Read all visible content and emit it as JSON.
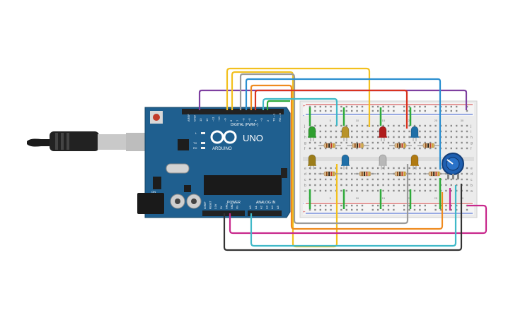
{
  "board": {
    "brand": "ARDUINO",
    "model": "UNO",
    "digital_label": "DIGITAL (PWM~)",
    "power_label": "POWER",
    "analog_label": "ANALOG IN",
    "on_label": "ON",
    "l_label": "L",
    "tx_label": "TX",
    "rx_label": "RX",
    "digital_pins": [
      "AREF",
      "GND",
      "13",
      "12",
      "~11",
      "~10",
      "~9",
      "8",
      "7",
      "~6",
      "~5",
      "4",
      "~3",
      "2",
      "TX→1",
      "RX←0"
    ],
    "power_pins": [
      "IOREF",
      "RESET",
      "3.3V",
      "5V",
      "GND",
      "GND",
      "Vin"
    ],
    "analog_pins": [
      "A0",
      "A1",
      "A2",
      "A3",
      "A4",
      "A5"
    ]
  },
  "breadboard": {
    "row_letters_top": [
      "j",
      "i",
      "h",
      "g",
      "f"
    ],
    "row_letters_bottom": [
      "e",
      "d",
      "c",
      "b",
      "a"
    ],
    "column_numbers": [
      "1",
      "5",
      "10",
      "15",
      "20",
      "25",
      "30"
    ],
    "rail_plus": "+",
    "rail_minus": "-"
  },
  "leds": [
    {
      "name": "led-green",
      "color": "#2e9e2e"
    },
    {
      "name": "led-yellow",
      "color": "#b8932a"
    },
    {
      "name": "led-red",
      "color": "#b01c1c"
    },
    {
      "name": "led-blue",
      "color": "#1f6fa8"
    },
    {
      "name": "led-olive",
      "color": "#9c7d1a"
    },
    {
      "name": "led-blue-2",
      "color": "#1f6fa8"
    },
    {
      "name": "led-white",
      "color": "#b8b8b8"
    },
    {
      "name": "led-amber",
      "color": "#b07a12"
    }
  ],
  "colors": {
    "board": "#1f5f8f",
    "wire_yellow": "#f2c01e",
    "wire_red": "#d8321f",
    "wire_orange": "#ef8a1e",
    "wire_purple": "#7e3fa0",
    "wire_blue": "#2b8fd0",
    "wire_gray": "#9a9a9a",
    "wire_teal": "#3fb9c8",
    "wire_magenta": "#c8288c",
    "wire_green": "#2eaa3a",
    "wire_black": "#333333",
    "pot": "#1f5fb0"
  }
}
